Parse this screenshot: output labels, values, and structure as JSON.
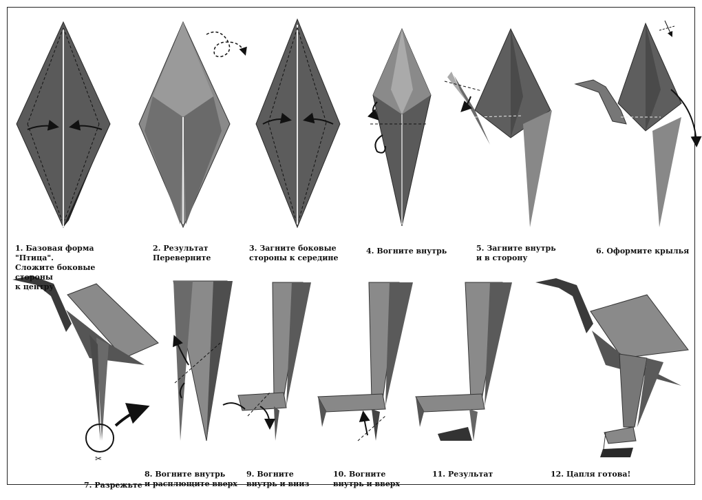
{
  "steps": [
    {
      "lines": [
        "1. Базовая форма \"Птица\".",
        "Сложите боковые стороны",
        "к центру"
      ]
    },
    {
      "lines": [
        "2. Результат",
        "Переверните"
      ]
    },
    {
      "lines": [
        "3. Загните боковые",
        "стороны к середине"
      ]
    },
    {
      "lines": [
        "4. Вогните внутрь"
      ]
    },
    {
      "lines": [
        "5. Загните внутрь",
        "и в сторону"
      ]
    },
    {
      "lines": [
        "6. Оформите крылья"
      ]
    },
    {
      "lines": [
        "7. Разрежьте"
      ]
    },
    {
      "lines": [
        "8. Вогните внутрь",
        "и расплющите вверх"
      ]
    },
    {
      "lines": [
        "9. Вогните",
        "внутрь и вниз"
      ]
    },
    {
      "lines": [
        "10. Вогните",
        "внутрь и вверх"
      ]
    },
    {
      "lines": [
        "11. Результат"
      ]
    },
    {
      "lines": [
        "12. Цапля готова!"
      ]
    }
  ],
  "colors": {
    "paper": "#5f5f5f",
    "paper_light": "#8a8a8a",
    "paper_mid": "#707070",
    "shadow": "#2a2a2a",
    "crease": "#e8e8e8"
  }
}
